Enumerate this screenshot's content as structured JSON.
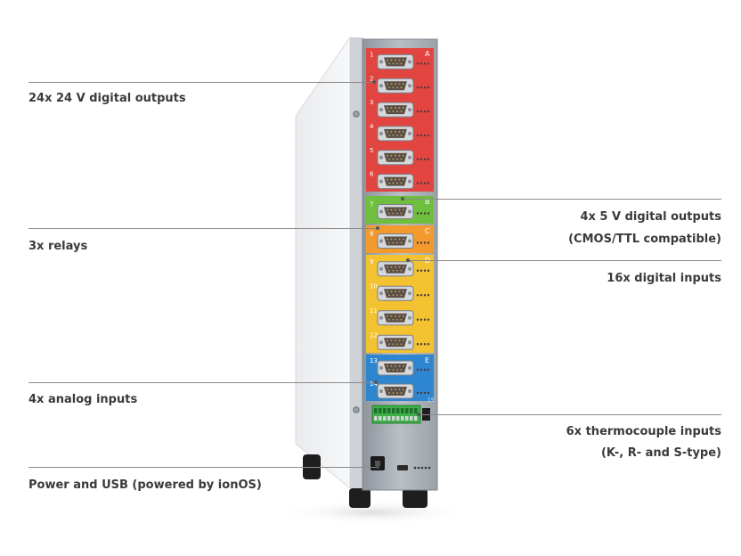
{
  "callouts_left": [
    {
      "id": "digital-outputs-24v",
      "text": "24x 24 V digital outputs"
    },
    {
      "id": "relays",
      "text": "3x relays"
    },
    {
      "id": "analog-inputs",
      "text": "4x analog inputs"
    },
    {
      "id": "power-usb",
      "text": "Power and USB (powered by ionOS)"
    }
  ],
  "callouts_right": [
    {
      "id": "digital-outputs-5v",
      "line1": "4x 5 V digital outputs",
      "line2": "(CMOS/TTL compatible)"
    },
    {
      "id": "digital-inputs",
      "line1": "16x digital inputs"
    },
    {
      "id": "thermocouple-inputs",
      "line1": "6x thermocouple inputs",
      "line2": "(K-, R- and S-type)"
    }
  ],
  "panel_sections": [
    {
      "id": "A",
      "letter": "A",
      "color": "#e2453f",
      "ports": [
        "1",
        "2",
        "3",
        "4",
        "5",
        "6"
      ]
    },
    {
      "id": "B",
      "letter": "B",
      "color": "#6fbf3e",
      "ports": [
        "7"
      ]
    },
    {
      "id": "C",
      "letter": "C",
      "color": "#f29a2e",
      "ports": [
        "8"
      ]
    },
    {
      "id": "D",
      "letter": "D",
      "color": "#f2c230",
      "ports": [
        "9",
        "10",
        "11",
        "12"
      ]
    },
    {
      "id": "E",
      "letter": "E",
      "color": "#2f86d0",
      "ports": [
        "13",
        "14"
      ]
    }
  ],
  "thermo_label": "15"
}
